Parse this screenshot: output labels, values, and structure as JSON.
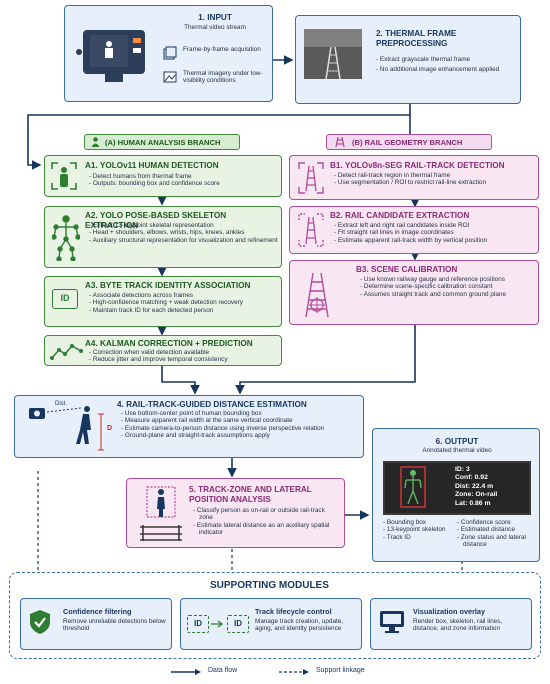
{
  "input": {
    "title": "1. INPUT",
    "subtitle": "Thermal video stream",
    "items": [
      "Frame-by-frame acquisition",
      "Thermal imagery under low-visibility conditions"
    ]
  },
  "preprocessing": {
    "title": "2. THERMAL FRAME PREPROCESSING",
    "bullets": [
      "Extract grayscale thermal frame",
      "No additional image enhancement applied"
    ]
  },
  "human_branch": {
    "header": "(A) HUMAN ANALYSIS BRANCH",
    "a1": {
      "title": "A1. YOLOv11 HUMAN DETECTION",
      "bullets": [
        "Detect humans from thermal frame",
        "Outputs: bounding box and confidence score"
      ]
    },
    "a2": {
      "title": "A2. YOLO POSE-BASED SKELETON EXTRACTION",
      "bullets": [
        "Extract 13-keypoint skeletal representation",
        "Head + shoulders, elbows, wrists, hips, knees, ankles",
        "Auxiliary structural representation for visualization and refinement"
      ]
    },
    "a3": {
      "title": "A3. BYTE TRACK IDENTITY ASSOCIATION",
      "icon_text": "ID",
      "bullets": [
        "Associate detections across frames",
        "High-confidence matching + weak detection recovery",
        "Maintain track ID for each detected person"
      ]
    },
    "a4": {
      "title": "A4. KALMAN CORRECTION + PREDICTION",
      "bullets": [
        "Correction when valid detection available",
        "Reduce jitter and improve temporal consistency"
      ]
    }
  },
  "rail_branch": {
    "header": "(B) RAIL GEOMETRY BRANCH",
    "b1": {
      "title": "B1. YOLOv8n-SEG RAIL-TRACK DETECTION",
      "bullets": [
        "Detect rail-track region in thermal frame",
        "Use segmentation / ROI to restrict rail-line extraction"
      ]
    },
    "b2": {
      "title": "B2. RAIL CANDIDATE EXTRACTION",
      "bullets": [
        "Extract left and right rail candidates inside ROI",
        "Fit straight rail lines in image coordinates",
        "Estimate apparent rail-track width by vertical position"
      ]
    },
    "b3": {
      "title": "B3. SCENE CALIBRATION",
      "bullets": [
        "Use known railway gauge and reference positions",
        "Determine scene-specific calibration constant",
        "Assumes straight track and common ground plane"
      ]
    }
  },
  "distance": {
    "title": "4. RAIL-TRACK-GUIDED DISTANCE ESTIMATION",
    "icon_label_dist": "Dist.",
    "icon_label_d": "D",
    "bullets": [
      "Use bottom-center point of human bounding box",
      "Measure apparent rail width at the same vertical coordinate",
      "Estimate camera-to-person distance using inverse perspective relation",
      "Ground-plane and straight-track assumptions apply"
    ]
  },
  "zone": {
    "title": "5. TRACK-ZONE AND LATERAL POSITION ANALYSIS",
    "bullets": [
      "Classify person as on-rail or outside rail-track zone",
      "Estimate lateral distance as an auxiliary spatial indicator"
    ]
  },
  "output": {
    "title": "6. OUTPUT",
    "subtitle": "Annotated thermal video",
    "overlay": [
      "ID: 3",
      "Conf: 0.92",
      "Dist: 22.4 m",
      "Zone: On-rail",
      "Lat: 0.86 m"
    ],
    "left_items": [
      "Bounding box",
      "13-keypoint skeleton",
      "Track ID"
    ],
    "right_items": [
      "Confidence score",
      "Estimated distance",
      "Zone status and lateral distance"
    ]
  },
  "supporting": {
    "title": "SUPPORTING MODULES",
    "modules": [
      {
        "title": "Confidence filtering",
        "text": "Remove unreliable detections below threshold"
      },
      {
        "title": "Track lifecycle control",
        "text": "Manage track creation, update, aging, and identity persistence",
        "icon_a": "ID",
        "icon_b": "ID"
      },
      {
        "title": "Visualization overlay",
        "text": "Render box, skeleton, rail lines, distance, and zone information"
      }
    ]
  },
  "legend": {
    "data_flow": "Data flow",
    "support": "Support linkage"
  },
  "colors": {
    "blue": "#3a6ea8",
    "green": "#3f8a3b",
    "pink": "#b14d9c",
    "navy": "#17365f"
  }
}
